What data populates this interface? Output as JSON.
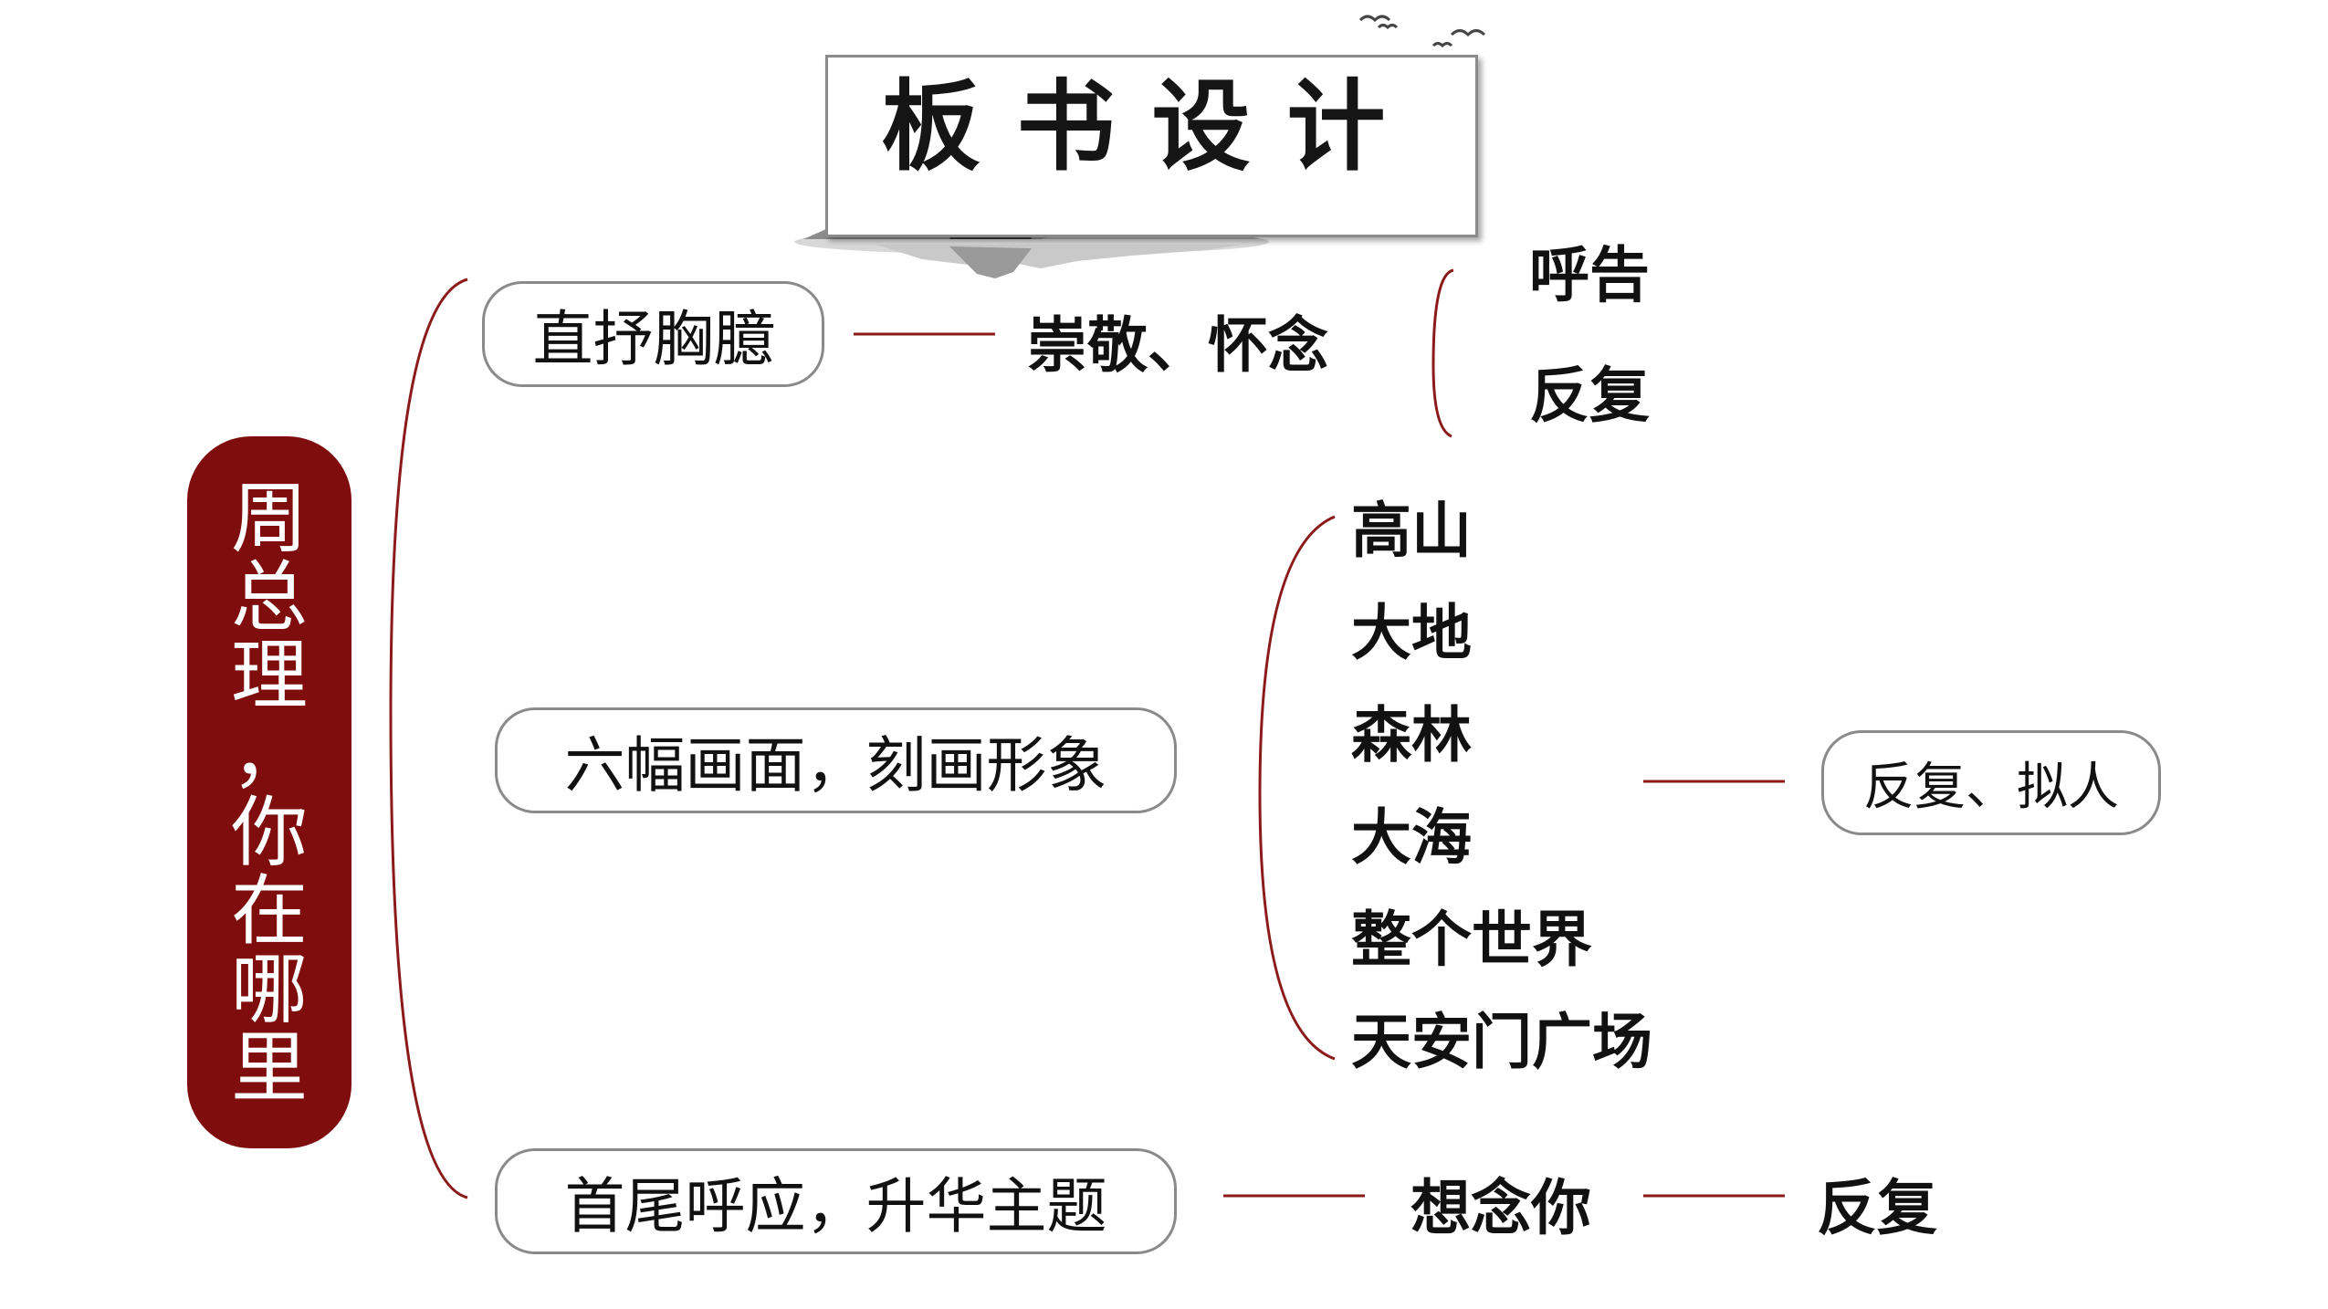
{
  "title": "板书设计",
  "central_topic": "周总理，你在哪里",
  "branches": [
    {
      "label": "直抒胸臆",
      "emotion": "崇敬、怀念",
      "techniques": [
        "呼告",
        "反复"
      ]
    },
    {
      "label": "六幅画面，刻画形象",
      "scenes": [
        "高山",
        "大地",
        "森林",
        "大海",
        "整个世界",
        "天安门广场"
      ],
      "technique": "反复、拟人"
    },
    {
      "label": "首尾呼应，升华主题",
      "phrase": "想念你",
      "technique": "反复"
    }
  ],
  "colors": {
    "accent": "#7f0d0d",
    "line": "#8b1a1a",
    "border": "#8a8a8a"
  },
  "icons": [
    "ink-landscape-icon",
    "flying-birds-icon"
  ]
}
